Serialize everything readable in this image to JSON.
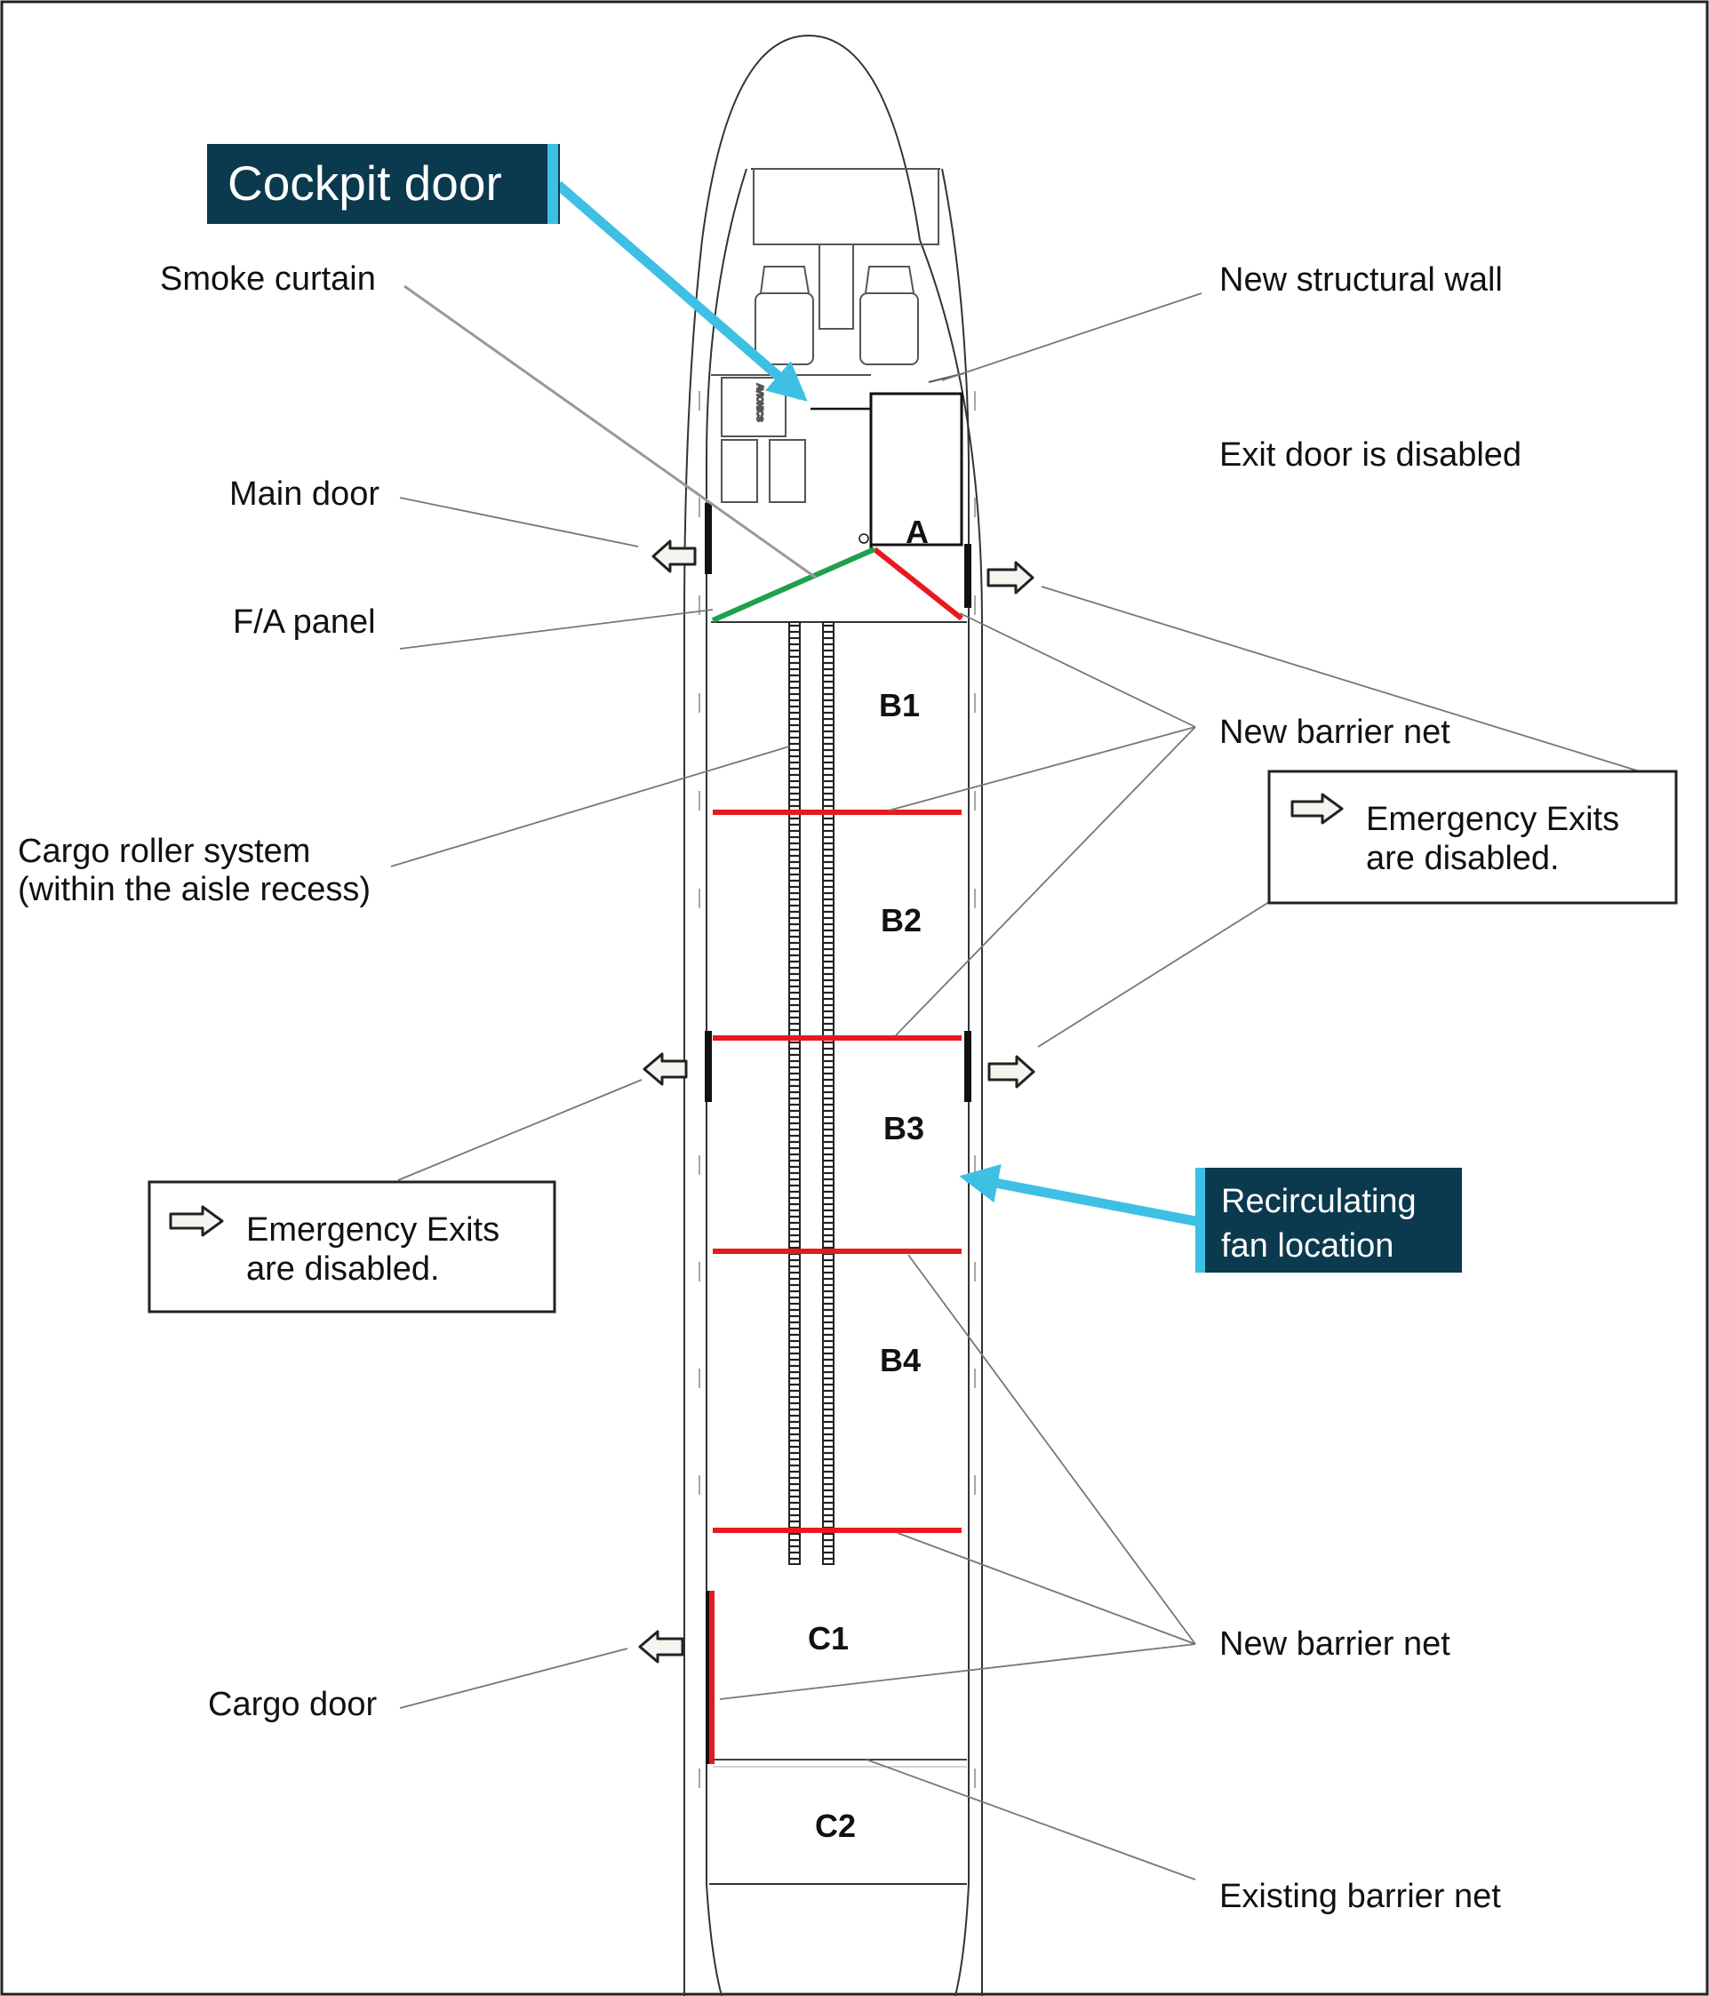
{
  "callouts": {
    "cockpit_door": "Cockpit door",
    "recirc_fan_line1": "Recirculating",
    "recirc_fan_line2": "fan location"
  },
  "labels": {
    "smoke_curtain": "Smoke curtain",
    "new_structural_wall": "New structural wall",
    "exit_door_disabled": "Exit door is disabled",
    "main_door": "Main door",
    "fa_panel": "F/A panel",
    "new_barrier_net_upper": "New barrier net",
    "cargo_roller_line1": "Cargo roller system",
    "cargo_roller_line2": "(within the aisle recess)",
    "cargo_door": "Cargo door",
    "new_barrier_net_lower": "New barrier net",
    "existing_barrier_net": "Existing barrier net",
    "avionics": "AVIONICS"
  },
  "boxes": {
    "emergency_right_line1": "Emergency Exits",
    "emergency_right_line2": "are disabled.",
    "emergency_left_line1": "Emergency Exits",
    "emergency_left_line2": "are disabled."
  },
  "zones": {
    "a": "A",
    "b1": "B1",
    "b2": "B2",
    "b3": "B3",
    "b4": "B4",
    "c1": "C1",
    "c2": "C2"
  },
  "colors": {
    "callout_bg": "#0b3a4e",
    "callout_accent": "#3ec0e4",
    "barrier_red": "#e8191e",
    "curtain_green": "#1fa04a"
  }
}
